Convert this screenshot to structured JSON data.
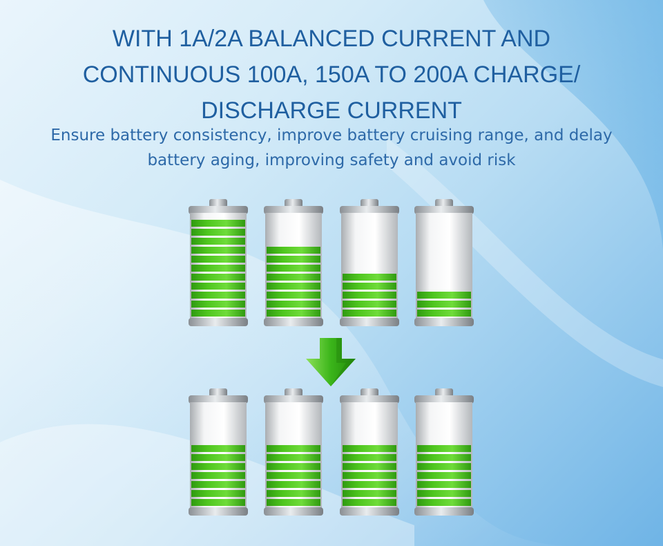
{
  "headline": {
    "lines": [
      "WITH 1A/2A BALANCED CURRENT AND",
      "CONTINUOUS 100A, 150A TO 200A CHARGE/",
      "DISCHARGE CURRENT"
    ]
  },
  "subline": {
    "lines": [
      "Ensure battery consistency, improve battery cruising range, and delay",
      "battery aging, improving safety and avoid risk"
    ]
  },
  "batteries_before": [
    {
      "level": 1.0
    },
    {
      "level": 0.75
    },
    {
      "level": 0.5
    },
    {
      "level": 0.25
    }
  ],
  "batteries_after": [
    {
      "level": 0.6
    },
    {
      "level": 0.6
    },
    {
      "level": 0.6
    },
    {
      "level": 0.6
    }
  ],
  "colors": {
    "headline": "#1f5fa0",
    "subline": "#2d69a8",
    "battery_fill": "#4fc61f",
    "battery_fill_dark": "#2f9a10",
    "arrow": "#3bb51a"
  },
  "icons": {
    "arrow": "down-arrow-icon",
    "battery": "battery-icon"
  }
}
